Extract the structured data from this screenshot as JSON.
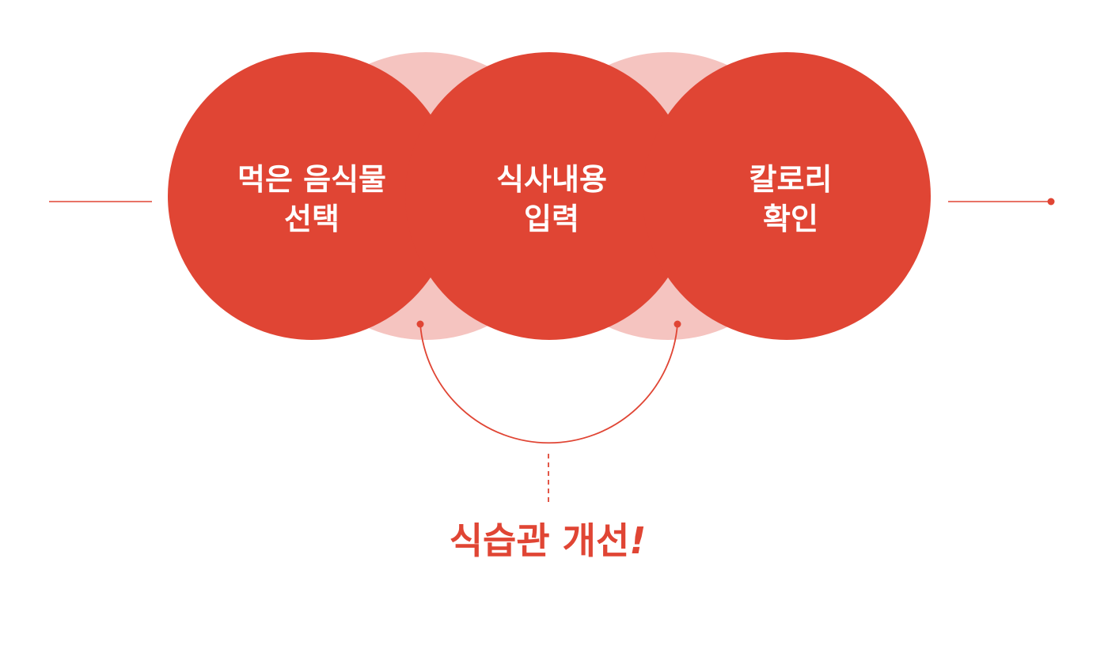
{
  "steps": [
    {
      "line1": "먹은 음식물",
      "line2": "선택"
    },
    {
      "line1": "식사내용",
      "line2": "입력"
    },
    {
      "line1": "칼로리",
      "line2": "확인"
    }
  ],
  "result": {
    "text": "식습관 개선",
    "exclaim": "!"
  },
  "colors": {
    "primary": "#e04534",
    "secondary": "#f5c4c0",
    "text_on_primary": "#ffffff",
    "background": "#ffffff"
  }
}
